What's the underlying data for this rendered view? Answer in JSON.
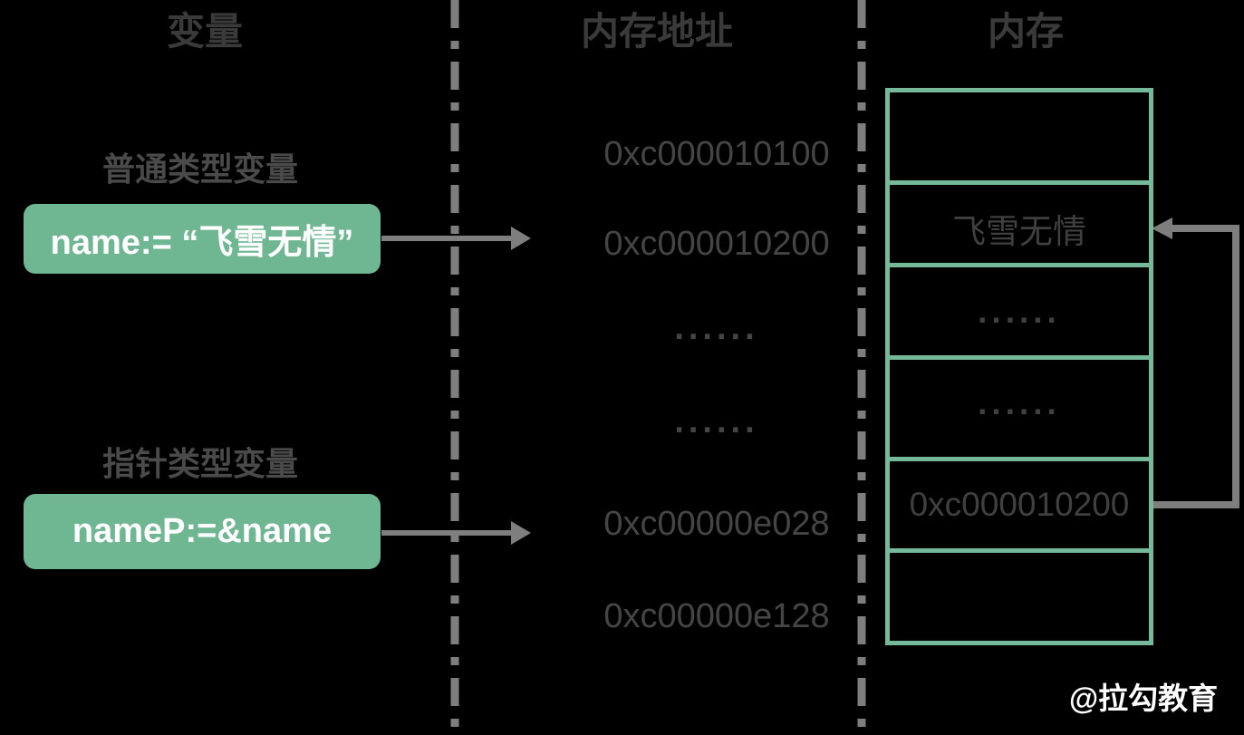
{
  "headers": {
    "variables": "变量",
    "addresses": "内存地址",
    "memory": "内存"
  },
  "variables": {
    "normal": {
      "label": "普通类型变量",
      "code": "name:= “飞雪无情”"
    },
    "pointer": {
      "label": "指针类型变量",
      "code": "nameP:=&name"
    }
  },
  "addresses": {
    "items": [
      "0xc000010100",
      "0xc000010200",
      "......",
      "......",
      "0xc00000e028",
      "0xc00000e128"
    ]
  },
  "memory": {
    "cells": [
      "",
      "飞雪无情",
      "......",
      "......",
      "0xc000010200",
      ""
    ]
  },
  "watermark": "@拉勾教育",
  "colors": {
    "box_green": "#6fb793",
    "border_green": "#74b999",
    "line_gray": "#7e7e7e",
    "dark_text": "#3f3f3f",
    "white_text": "#ffffff"
  }
}
